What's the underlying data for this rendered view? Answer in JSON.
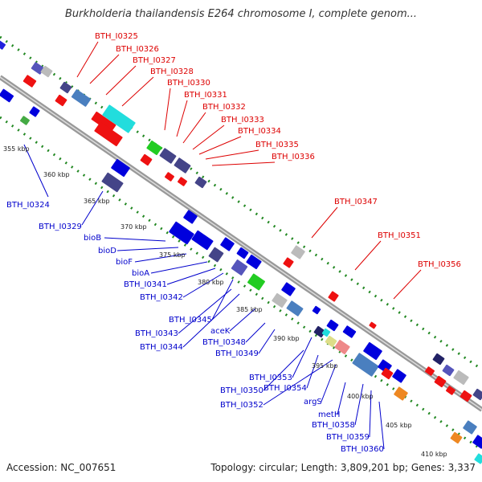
{
  "header": {
    "title": "Burkholderia thailandensis E264 chromosome I, complete genom..."
  },
  "footer": {
    "accession": "Accession: NC_007651",
    "summary": "Topology: circular; Length: 3,809,201 bp; Genes: 3,337"
  },
  "colors": {
    "forward_label": "#dd0000",
    "reverse_label": "#0000cc",
    "backbone": "#888888",
    "track_dots": "#228822"
  },
  "scale": {
    "ticks": [
      "355 kbp",
      "360 kbp",
      "365 kbp",
      "370 kbp",
      "375 kbp",
      "380 kbp",
      "385 kbp",
      "390 kbp",
      "395 kbp",
      "400 kbp",
      "405 kbp",
      "410 kbp"
    ]
  },
  "labels": {
    "forward": [
      "BTH_I0325",
      "BTH_I0326",
      "BTH_I0327",
      "BTH_I0328",
      "BTH_I0330",
      "BTH_I0331",
      "BTH_I0332",
      "BTH_I0333",
      "BTH_I0334",
      "BTH_I0335",
      "BTH_I0336",
      "BTH_I0347",
      "BTH_I0351",
      "BTH_I0356"
    ],
    "reverse": [
      "BTH_I0324",
      "BTH_I0329",
      "bioB",
      "bioD",
      "bioF",
      "bioA",
      "BTH_I0341",
      "BTH_I0342",
      "BTH_I0345",
      "BTH_I0343",
      "BTH_I0344",
      "aceK",
      "BTH_I0348",
      "BTH_I0349",
      "BTH_I0353",
      "BTH_I0350",
      "BTH_I0354",
      "BTH_I0352",
      "argS",
      "metH",
      "BTH_I0358",
      "BTH_I0359",
      "BTH_I0360"
    ]
  }
}
